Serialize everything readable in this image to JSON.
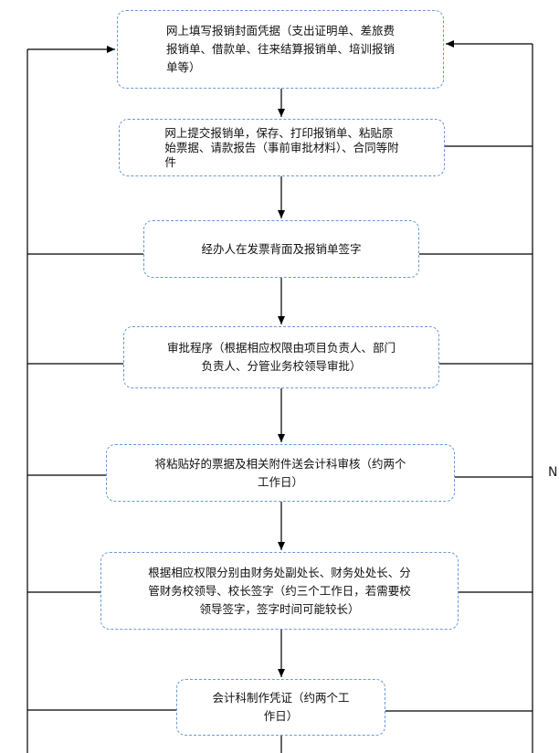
{
  "flowchart": {
    "steps": [
      {
        "text": "网上填写报销封面凭据（支出证明单、差旅费\n报销单、借款单、往来结算报销单、培训报销\n单等）"
      },
      {
        "text": "网上提交报销单，保存、打印报销单、粘贴原\n始票据、请款报告（事前审批材料）、合同等附\n件"
      },
      {
        "text": "经办人在发票背面及报销单签字"
      },
      {
        "text": "审批程序（根据相应权限由项目负责人、部门\n负责人、分管业务校领导审批）"
      },
      {
        "text": "将粘贴好的票据及相关附件送会计科审核（约两个\n工作日）"
      },
      {
        "text": "根据相应权限分别由财务处副处长、财务处处长、分\n管财务校领导、校长签字（约三个工作日，若需要校\n领导签字，签字时间可能较长）"
      },
      {
        "text": "会计科制作凭证（约两个工\n作日）"
      }
    ],
    "edge_label": "N"
  },
  "colors": {
    "box_border": "#6a9ad6",
    "line": "#000000"
  }
}
